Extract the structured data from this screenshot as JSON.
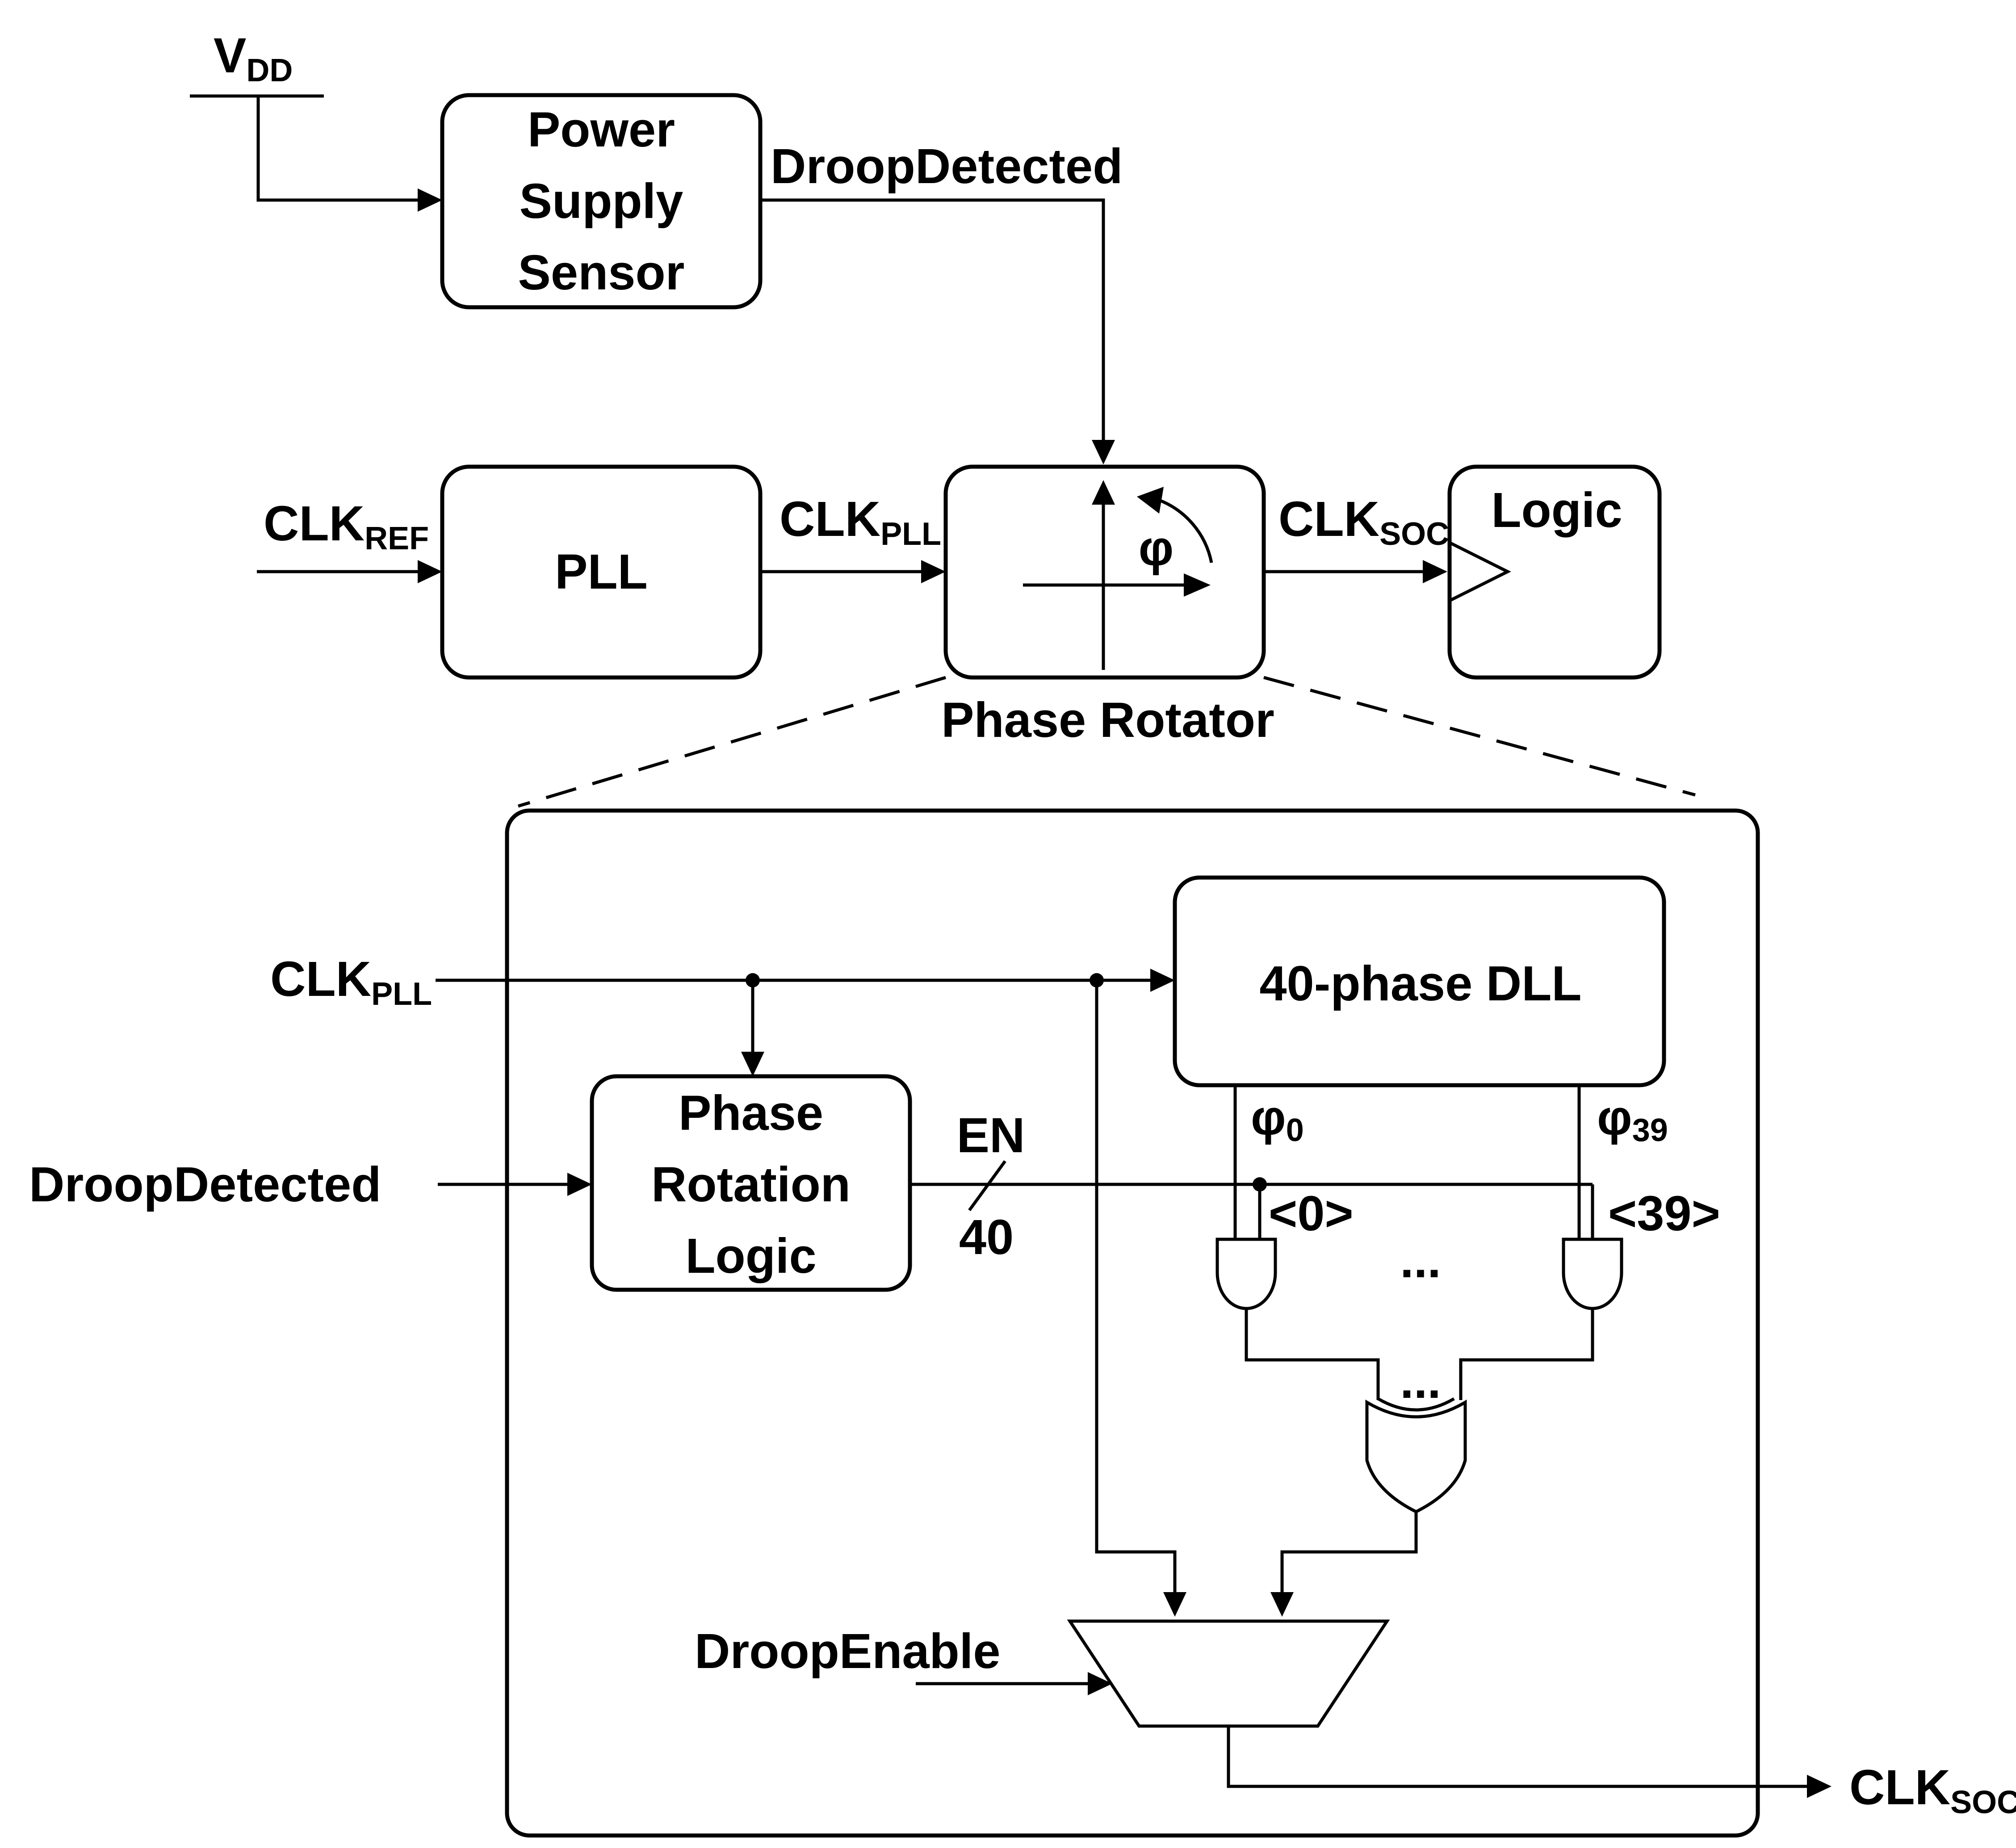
{
  "top": {
    "vdd": {
      "main": "V",
      "sub": "DD"
    },
    "sensor_lines": [
      "Power",
      "Supply",
      "Sensor"
    ],
    "droop_signal": "DroopDetected",
    "clk_ref": {
      "main": "CLK",
      "sub": "REF"
    },
    "pll": "PLL",
    "clk_pll": {
      "main": "CLK",
      "sub": "PLL"
    },
    "phi": "φ",
    "clk_soc": {
      "main": "CLK",
      "sub": "SOC"
    },
    "logic": "Logic",
    "rotator_caption": "Phase Rotator"
  },
  "detail": {
    "clk_pll": {
      "main": "CLK",
      "sub": "PLL"
    },
    "droop_detected": "DroopDetected",
    "rotation_logic_lines": [
      "Phase",
      "Rotation",
      "Logic"
    ],
    "dll": "40-phase DLL",
    "en": "EN",
    "bus_width": "40",
    "phi0": {
      "main": "φ",
      "sub": "0"
    },
    "phi39": {
      "main": "φ",
      "sub": "39"
    },
    "idx0": "<0>",
    "idx39": "<39>",
    "ellipsis": "...",
    "droop_enable": "DroopEnable",
    "clk_soc": {
      "main": "CLK",
      "sub": "SOC"
    }
  }
}
